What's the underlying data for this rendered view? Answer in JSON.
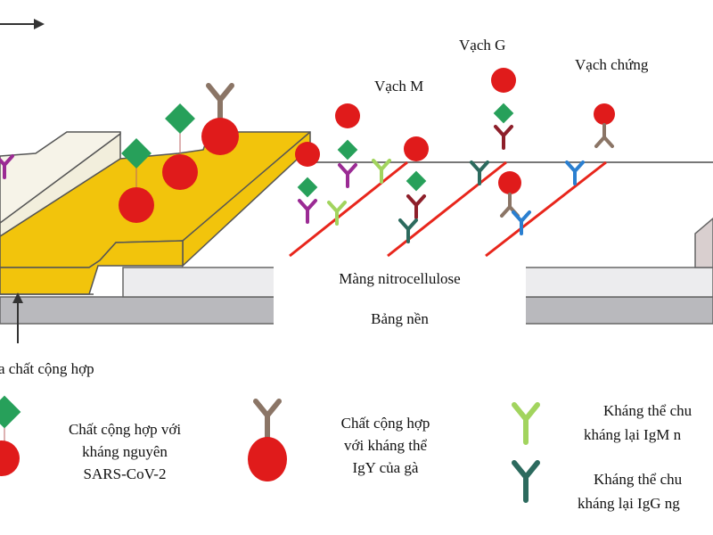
{
  "labels": {
    "line_m": "Vạch M",
    "line_g": "Vạch G",
    "control_line": "Vạch chứng",
    "membrane": "Màng nitrocellulose",
    "backing": "Bảng nền",
    "conjugate_pad": "a chất cộng hợp"
  },
  "legend": [
    {
      "icon": "antigen-conjugate-icon",
      "lines": [
        "Chất cộng hợp với",
        "kháng nguyên",
        "SARS-CoV-2"
      ]
    },
    {
      "icon": "igy-conjugate-icon",
      "lines": [
        "Chất cộng hợp",
        "với kháng thể",
        "IgY của gà"
      ]
    },
    {
      "icon": "anti-igm-antibody-icon",
      "lines": [
        "Kháng thể chu",
        "kháng lại IgM n"
      ]
    },
    {
      "icon": "anti-igg-antibody-icon",
      "lines": [
        "Kháng thể chu",
        "kháng lại IgG ng"
      ]
    }
  ],
  "colors": {
    "conjugate_pad": "#f2c40c",
    "gold_particle": "#e01b1b",
    "antigen": "#27a05a",
    "test_line": "#e8261c",
    "igm": "#a2d45e",
    "igg": "#2c6a5e",
    "patient_igm": "#9b2b94",
    "patient_igg": "#8e1f2a",
    "igy": "#8b7566",
    "anti_igy": "#2a7fd0"
  }
}
